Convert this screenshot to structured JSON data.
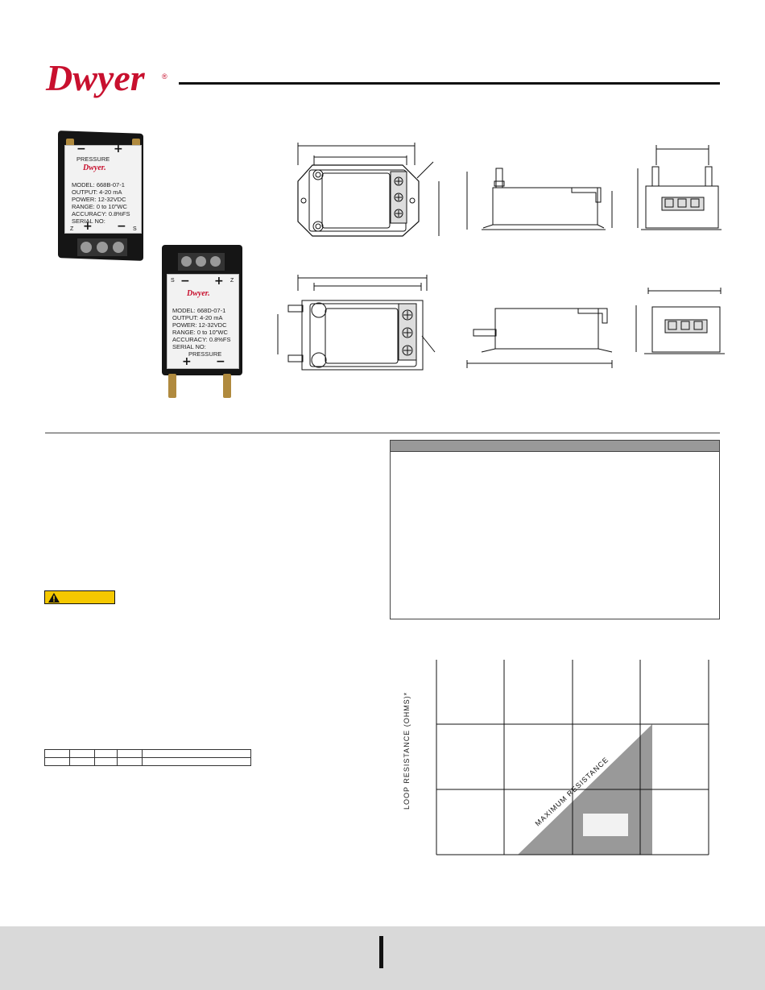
{
  "brand": {
    "name": "Dwyer",
    "registered": "®",
    "color": "#c8102e"
  },
  "product_a": {
    "polarity_minus": "−",
    "polarity_plus": "+",
    "pressure_label": "PRESSURE",
    "plate_logo": "Dwyer.",
    "model": "MODEL: 668B-07-1",
    "output": "OUTPUT: 4-20 mA",
    "power": "POWER: 12-32VDC",
    "range": "RANGE: 0 to 10\"WC",
    "accuracy": "ACCURACY: 0.8%FS",
    "serial": "SERIAL NO:",
    "terminal_z": "Z",
    "terminal_s": "S",
    "bottom_plus": "+",
    "bottom_minus": "−"
  },
  "product_b": {
    "terminal_s": "S",
    "terminal_z": "Z",
    "polarity_minus": "−",
    "polarity_plus": "+",
    "plate_logo": "Dwyer.",
    "model": "MODEL: 668D-07-1",
    "output": "OUTPUT: 4-20 mA",
    "power": "POWER: 12-32VDC",
    "range": "RANGE: 0 to 10\"WC",
    "accuracy": "ACCURACY: 0.8%FS",
    "serial": "SERIAL NO:",
    "pressure_label": "PRESSURE",
    "bottom_plus": "+",
    "bottom_minus": "−"
  },
  "chart": {
    "ylabel": "LOOP RESISTANCE (OHMS)*",
    "region_label": "MAXIMUM RESISTANCE"
  }
}
